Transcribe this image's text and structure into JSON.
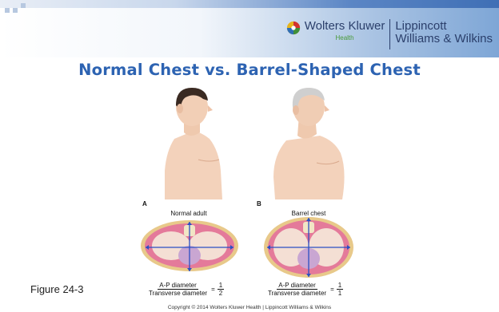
{
  "header": {
    "publisher": "Wolters Kluwer",
    "publisher_sub": "Health",
    "imprint_line1": "Lippincott",
    "imprint_line2": "Williams & Wilkins"
  },
  "slide": {
    "title": "Normal Chest vs. Barrel-Shaped Chest",
    "figure_label": "Figure 24-3",
    "copyright": "Copyright © 2014 Wolters Kluwer Health | Lippincott Williams & Wilkins"
  },
  "panels": [
    {
      "letter": "A",
      "caption": "Normal adult",
      "ratio_num": "A-P diameter",
      "ratio_den": "Transverse diameter",
      "ratio_val_num": "1",
      "ratio_val_den": "2"
    },
    {
      "letter": "B",
      "caption": "Barrel chest",
      "ratio_num": "A-P diameter",
      "ratio_den": "Transverse diameter",
      "ratio_val_num": "1",
      "ratio_val_den": "1"
    }
  ],
  "colors": {
    "title": "#2d63b2",
    "skin": "#f3d2bb",
    "arrow": "#2a4fc4"
  }
}
